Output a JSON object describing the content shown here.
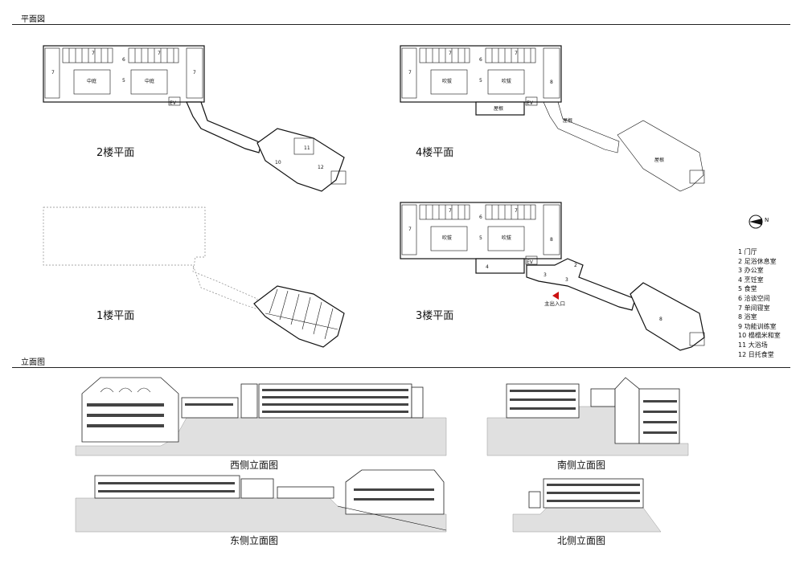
{
  "sections": {
    "plans_title": "平面図",
    "elevations_title": "立面图"
  },
  "plans": {
    "floor2": {
      "label": "2楼平面",
      "rooms": [
        "7",
        "7",
        "6",
        "5",
        "中庭",
        "中庭",
        "7",
        "7",
        "EV",
        "11",
        "10",
        "12"
      ]
    },
    "floor4": {
      "label": "4楼平面",
      "rooms": [
        "7",
        "7",
        "6",
        "5",
        "吹拔",
        "吹拔",
        "7",
        "8",
        "屋根",
        "EV",
        "屋根",
        "屋根"
      ]
    },
    "floor1": {
      "label": "1楼平面"
    },
    "floor3": {
      "label": "3楼平面",
      "rooms": [
        "7",
        "7",
        "6",
        "5",
        "吹拔",
        "吹拔",
        "7",
        "8",
        "4",
        "EV",
        "3",
        "3",
        "2",
        "8"
      ],
      "entrance": "主出入口"
    }
  },
  "north_symbol": "N",
  "legend": [
    "1 门厅",
    "2 足浴休息室",
    "3 办公室",
    "4 烹饪室",
    "5 食堂",
    "6 洽谈空间",
    "7 单间寝室",
    "8 浴室",
    "9 功能训练室",
    "10 榻榻米和室",
    "11 大浴场",
    "12 日托食堂"
  ],
  "elevations": {
    "west": "西侧立面图",
    "south": "南侧立面图",
    "east": "东侧立面图",
    "north": "北侧立面图"
  },
  "colors": {
    "line": "#111111",
    "ground": "#e0e0e0",
    "entrance_marker": "#cc1111"
  }
}
